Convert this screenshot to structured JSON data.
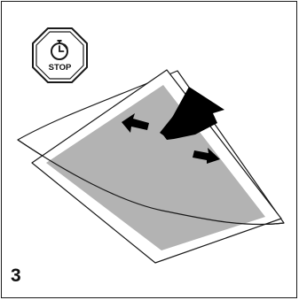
{
  "step": {
    "number": "3"
  },
  "stop_sign": {
    "label": "STOP",
    "icon": "stopwatch-icon",
    "shape": "octagon"
  },
  "arrows": {
    "main": "up-right",
    "left": "left",
    "right": "down-right"
  },
  "colors": {
    "ink": "#1a1a1a",
    "paper": "#ffffff",
    "print_area": "#b3b3b3"
  }
}
